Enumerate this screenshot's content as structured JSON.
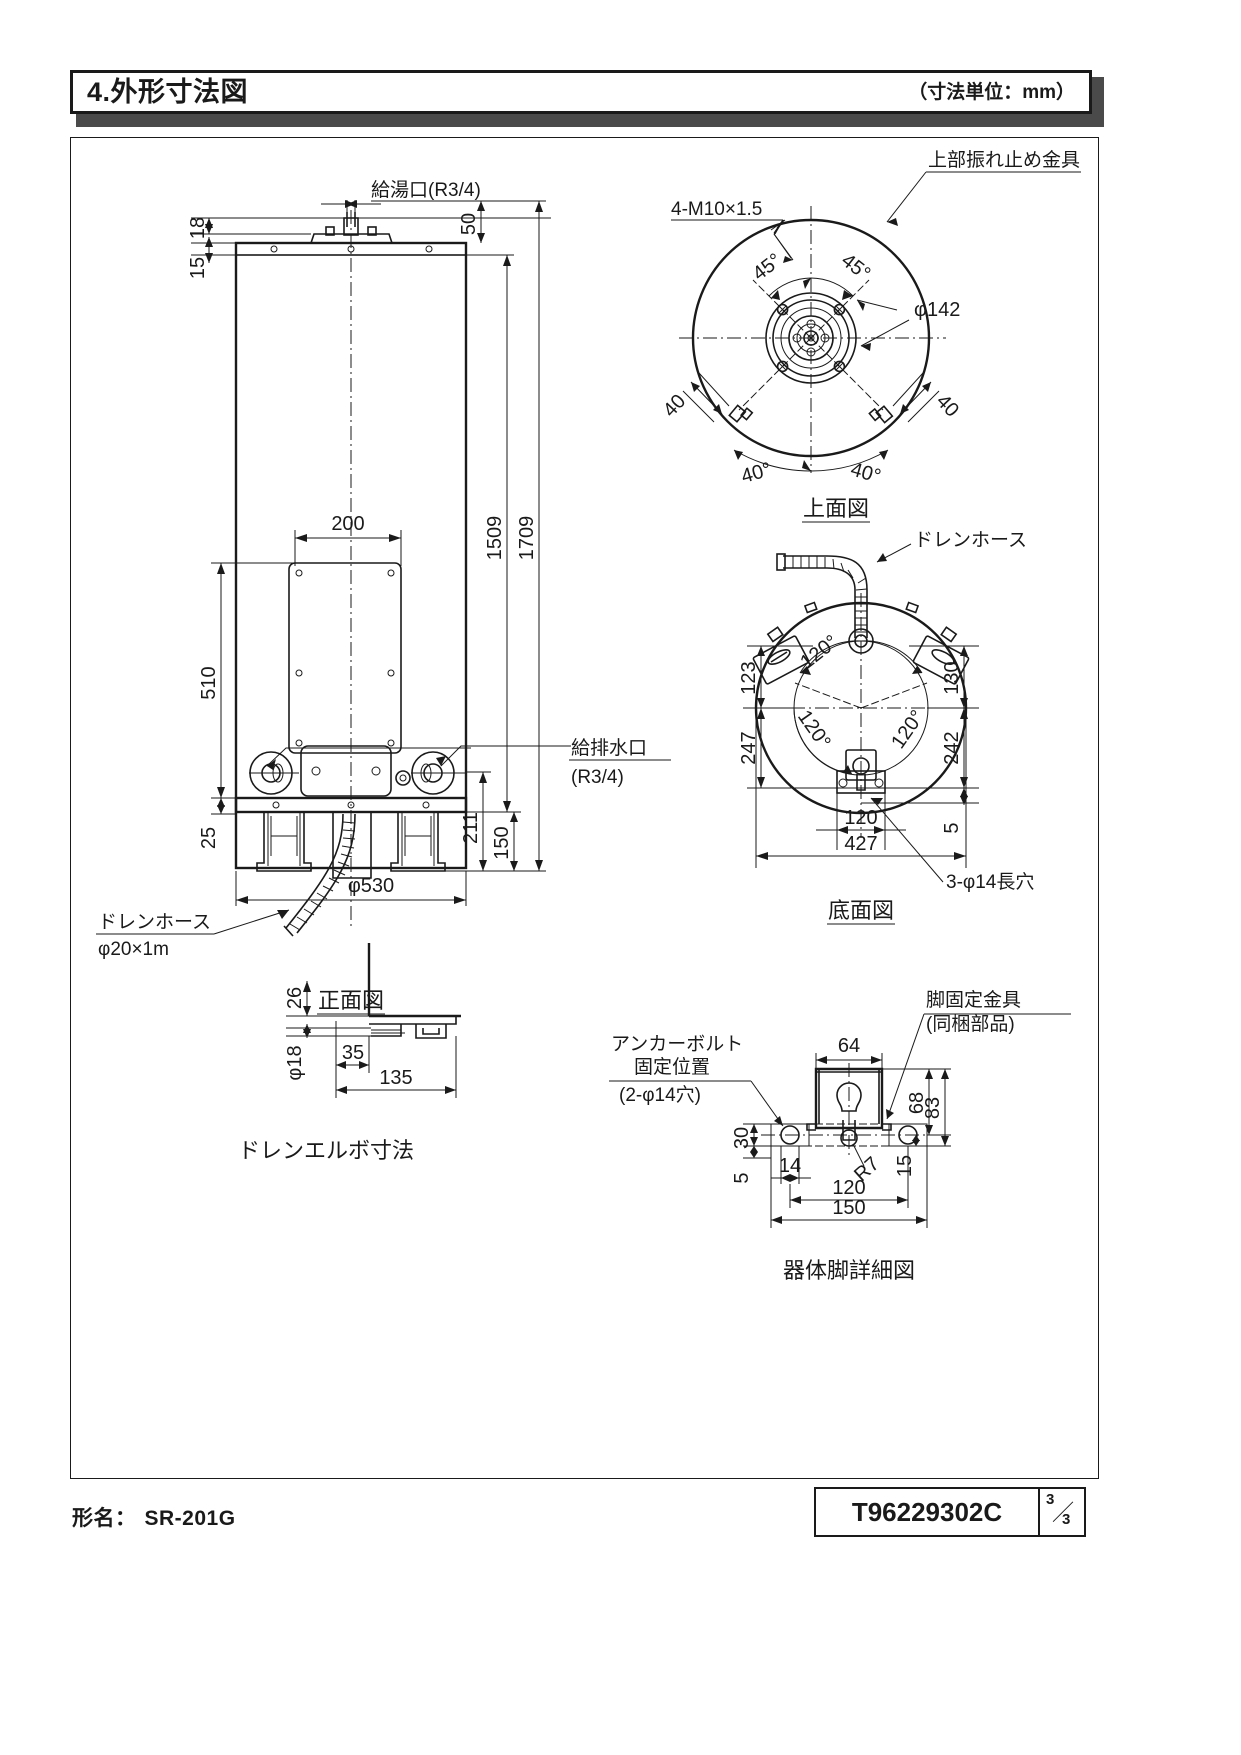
{
  "header": {
    "title": "4.外形寸法図",
    "unit_note": "（寸法単位：mm）"
  },
  "footer": {
    "model_label": "形名：",
    "model_value": "SR-201G",
    "doc_number": "T96229302C",
    "page_current": "3",
    "page_total": "3"
  },
  "views": {
    "front": {
      "title": "正面図",
      "labels": {
        "hot_water_outlet": "給湯口(R3/4)",
        "water_supply_drain": "給排水口",
        "water_supply_drain_size": "(R3/4)",
        "drain_hose": "ドレンホース",
        "drain_hose_size": "φ20×1m"
      },
      "dimensions": {
        "d18": "18",
        "d15": "15",
        "d50": "50",
        "d1509": "1509",
        "d1709": "1709",
        "d200": "200",
        "d510": "510",
        "d25": "25",
        "d211": "211",
        "d150": "150",
        "d530": "φ530"
      }
    },
    "top": {
      "title": "上面図",
      "labels": {
        "bolts": "4-M10×1.5",
        "upper_bracket": "上部振れ止め金具"
      },
      "dimensions": {
        "a45_left": "45°",
        "a45_right": "45°",
        "dia142": "φ142",
        "d40_left": "40",
        "d40_right": "40",
        "a40_left": "40°",
        "a40_right": "40°"
      }
    },
    "bottom": {
      "title": "底面図",
      "labels": {
        "drain_hose": "ドレンホース",
        "slots": "3-φ14長穴"
      },
      "dimensions": {
        "d123": "123",
        "d247": "247",
        "d130": "130",
        "d242": "242",
        "d5": "5",
        "d120": "120",
        "d427": "427",
        "a120_top": "120°",
        "a120_left": "120°",
        "a120_right": "120°"
      }
    },
    "drain_elbow": {
      "title": "ドレンエルボ寸法",
      "dimensions": {
        "d26": "26",
        "d18": "φ18",
        "d35": "35",
        "d135": "135"
      }
    },
    "leg_detail": {
      "title": "器体脚詳細図",
      "labels": {
        "anchor_bolt": "アンカーボルト",
        "anchor_bolt_pos": "固定位置",
        "anchor_bolt_holes": "(2-φ14穴)",
        "leg_bracket": "脚固定金具",
        "leg_bracket_note": "(同梱部品)"
      },
      "dimensions": {
        "d64": "64",
        "d68": "68",
        "d83": "83",
        "d30": "30",
        "d5": "5",
        "d15": "15",
        "d14": "14",
        "r7": "R7",
        "d120": "120",
        "d150": "150"
      }
    }
  },
  "colors": {
    "ink": "#1a1a1a",
    "shadow": "#4a4a4a",
    "paper": "#ffffff"
  }
}
